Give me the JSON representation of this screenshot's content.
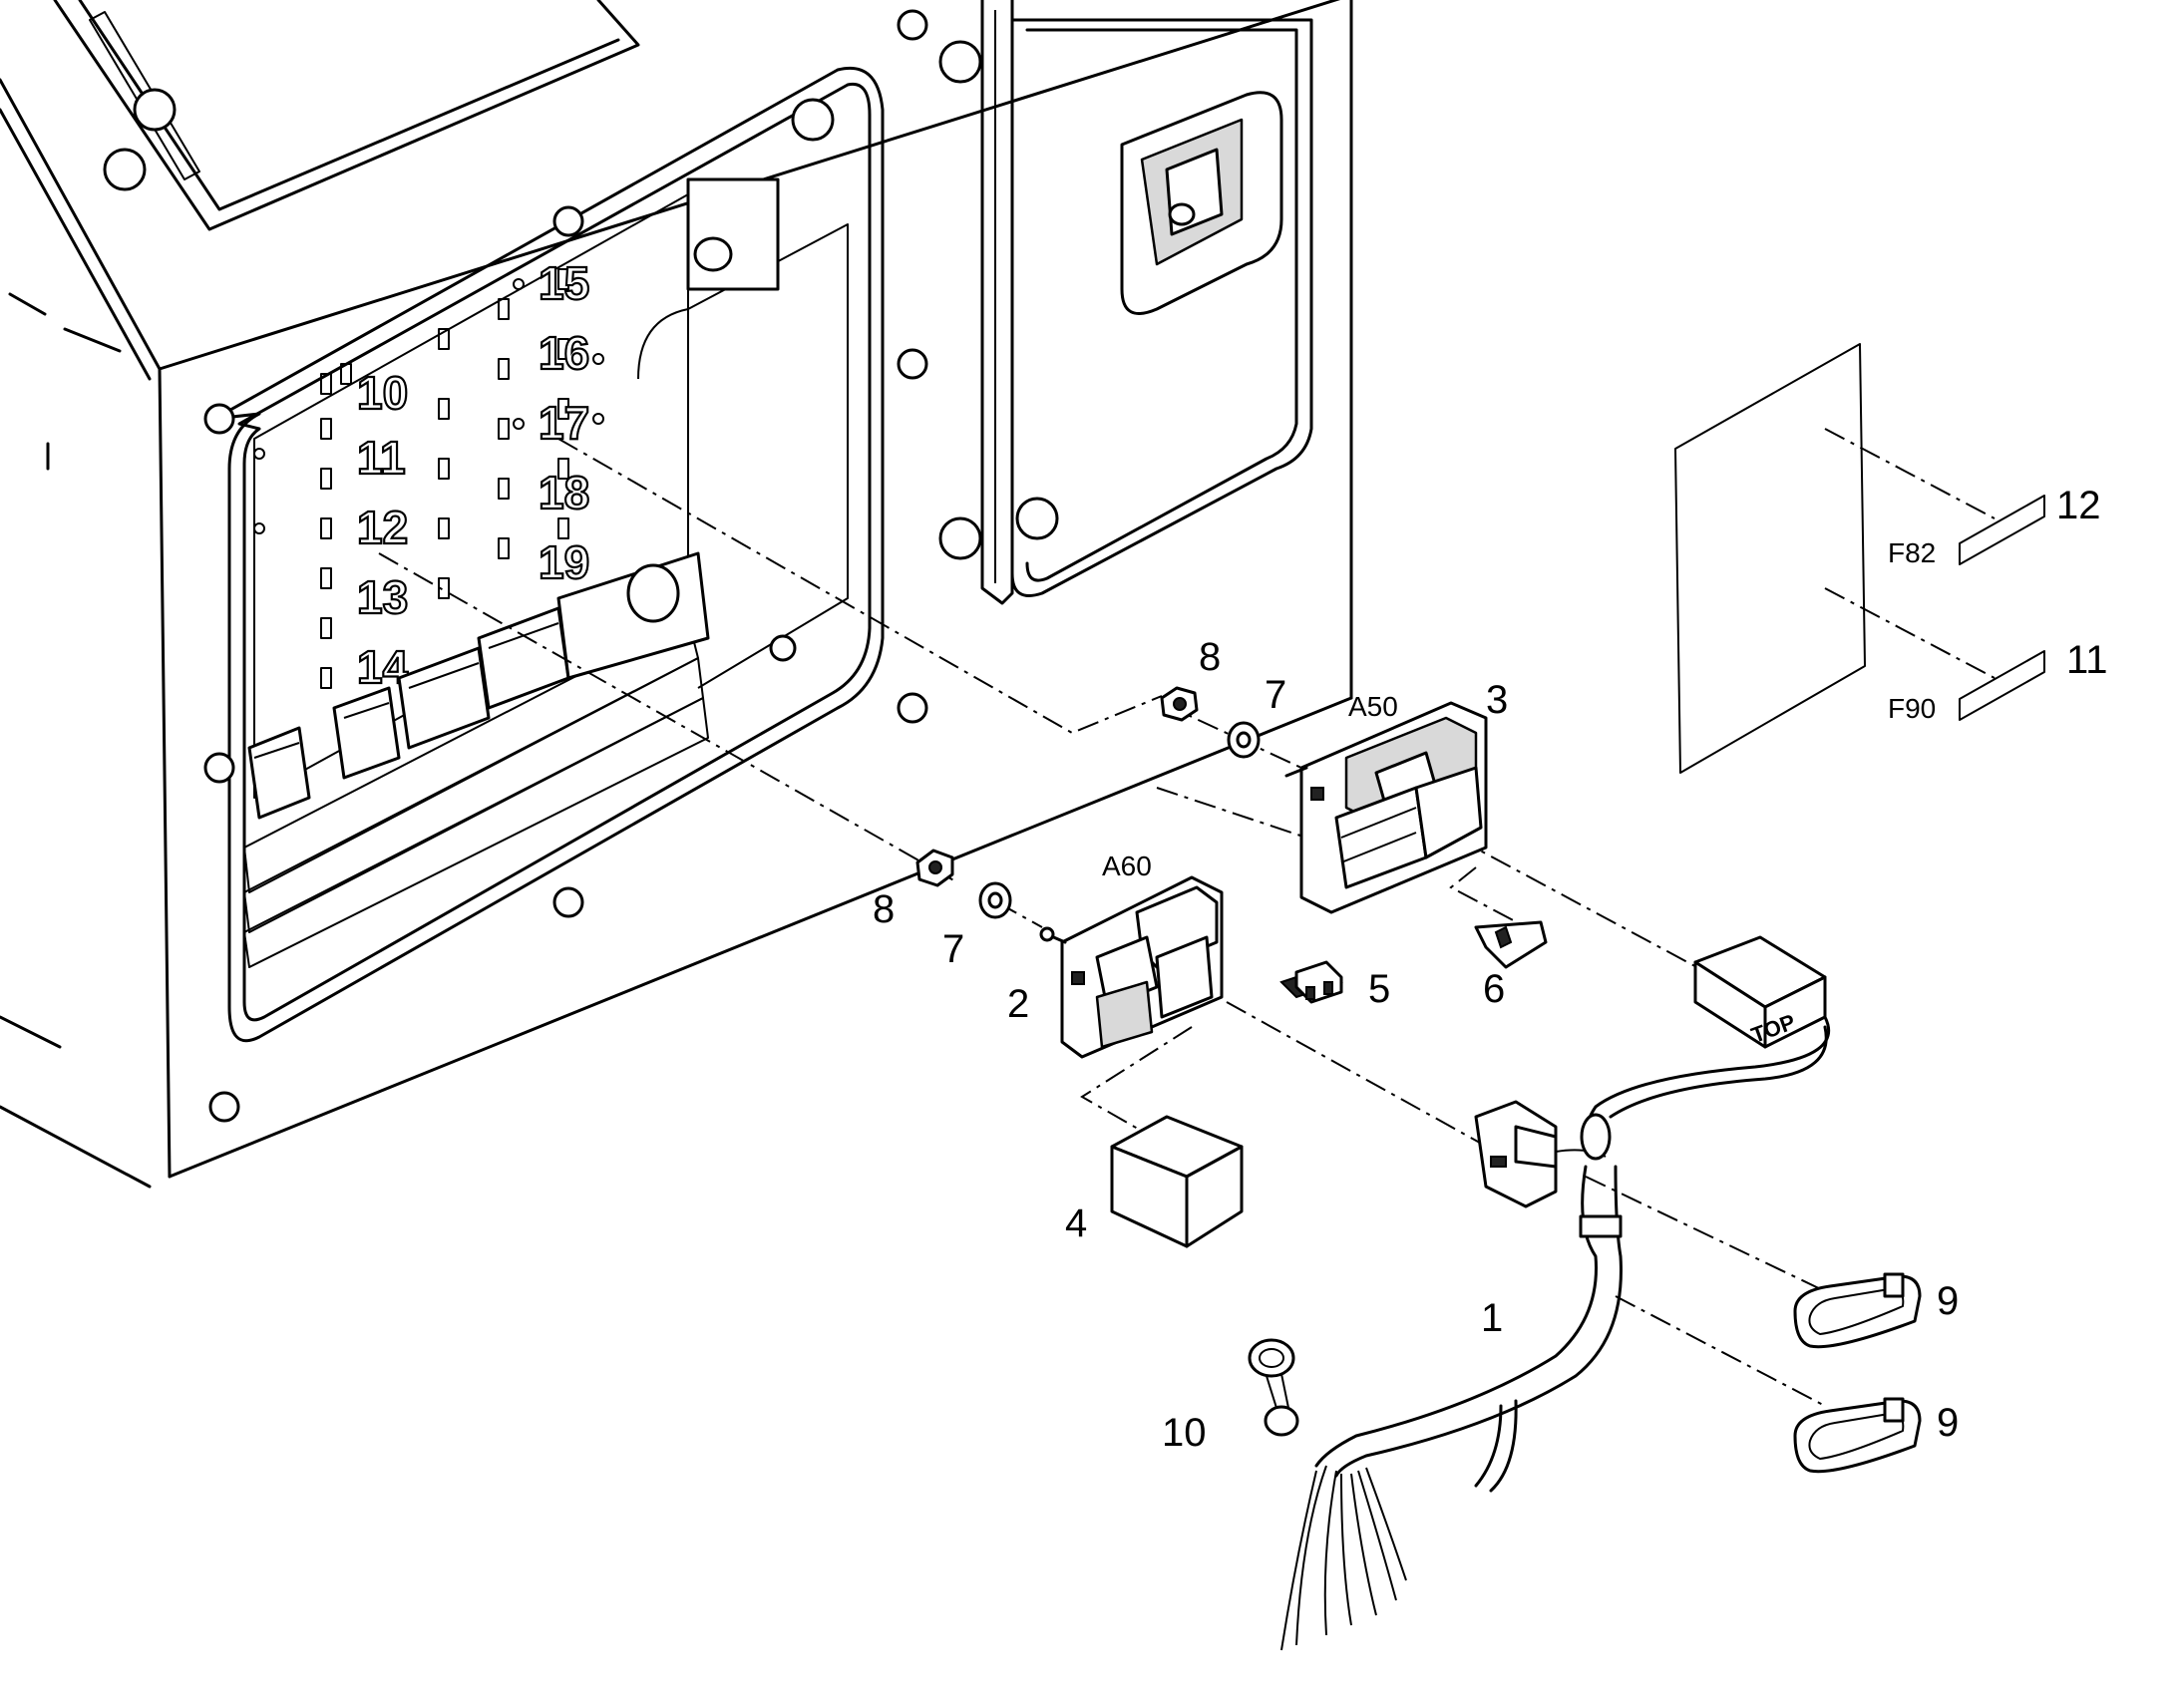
{
  "panel_numbers": [
    "10",
    "11",
    "12",
    "13",
    "14",
    "15",
    "16",
    "17",
    "18",
    "19"
  ],
  "components": {
    "a50": "A50",
    "a60": "A60"
  },
  "fuse_labels": {
    "f82": "F82",
    "f90": "F90"
  },
  "relay_marking": "TOP",
  "callouts": {
    "c1": "1",
    "c2": "2",
    "c3": "3",
    "c4": "4",
    "c5": "5",
    "c6": "6",
    "c7_upper": "7",
    "c7_lower": "7",
    "c8_upper": "8",
    "c8_lower": "8",
    "c9_upper": "9",
    "c9_lower": "9",
    "c10": "10",
    "c11": "11",
    "c12": "12"
  }
}
